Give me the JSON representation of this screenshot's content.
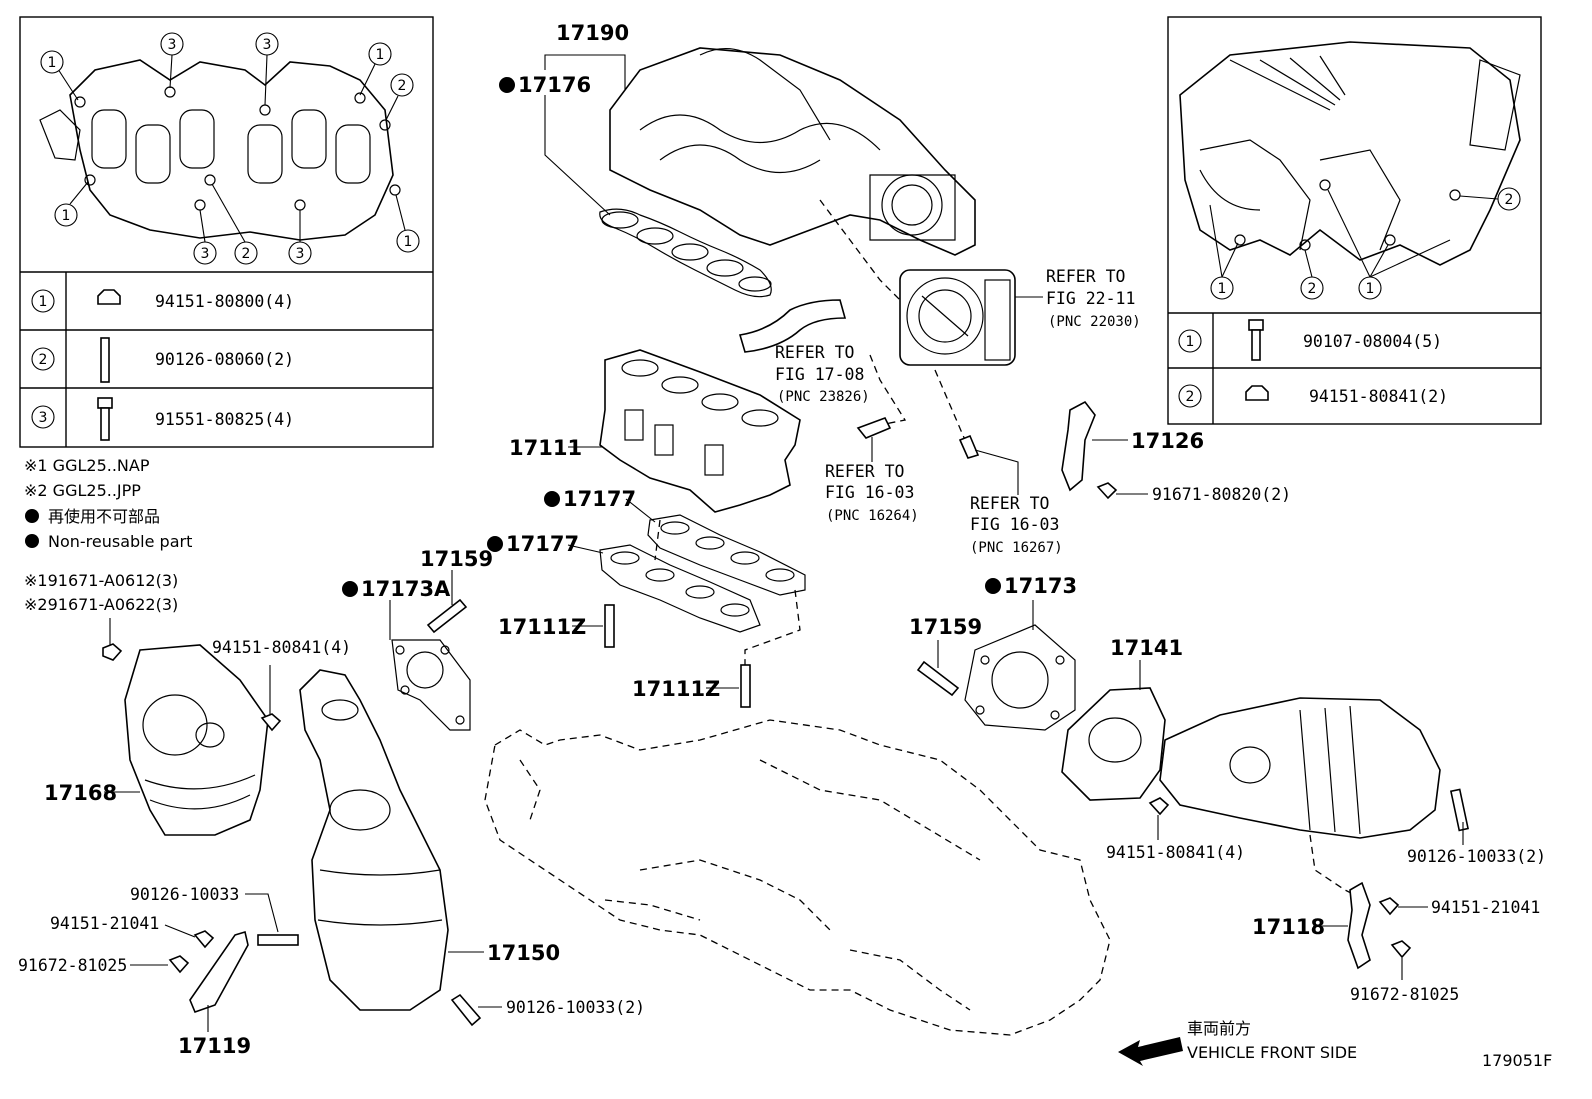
{
  "diagram": {
    "figure_code": "179051F",
    "vehicle_front": {
      "jp": "車両前方",
      "en": "VEHICLE FRONT SIDE"
    },
    "notes": {
      "n1": "※1 GGL25..NAP",
      "n2": "※2 GGL25..JPP",
      "jp_nonreuse": "再使用不可部品",
      "en_nonreuse": "Non-reusable part",
      "bolt1": "※191671-A0612(3)",
      "bolt2": "※291671-A0622(3)"
    },
    "left_inset": {
      "rows": [
        {
          "key": "1",
          "part": "94151-80800(4)"
        },
        {
          "key": "2",
          "part": "90126-08060(2)"
        },
        {
          "key": "3",
          "part": "91551-80825(4)"
        }
      ]
    },
    "right_inset": {
      "rows": [
        {
          "key": "1",
          "part": "90107-08004(5)"
        },
        {
          "key": "2",
          "part": "94151-80841(2)"
        }
      ]
    },
    "labels": {
      "p17190": "17190",
      "p17176": "17176",
      "p17111": "17111",
      "p17177a": "17177",
      "p17177b": "17177",
      "p17159a": "17159",
      "p17173A": "17173A",
      "p17111Za": "17111Z",
      "p17111Zb": "17111Z",
      "p17168": "17168",
      "p17150": "17150",
      "p17119": "17119",
      "p17126": "17126",
      "p17173": "17173",
      "p17159b": "17159",
      "p17141": "17141",
      "p17118": "17118"
    },
    "part_numbers": {
      "pn1": "94151-80841(4)",
      "pn2": "90126-10033",
      "pn3": "94151-21041",
      "pn4": "91672-81025",
      "pn5": "90126-10033(2)",
      "pn6": "91671-80820(2)",
      "pn7": "94151-80841(4)",
      "pn8": "90126-10033(2)",
      "pn9": "94151-21041",
      "pn10": "91672-81025"
    },
    "refs": {
      "r1": {
        "line1": "REFER TO",
        "line2": "FIG 22-11",
        "line3": "(PNC 22030)"
      },
      "r2": {
        "line1": "REFER TO",
        "line2": "FIG 17-08",
        "line3": "(PNC 23826)"
      },
      "r3": {
        "line1": "REFER TO",
        "line2": "FIG 16-03",
        "line3": "(PNC 16264)"
      },
      "r4": {
        "line1": "REFER TO",
        "line2": "FIG 16-03",
        "line3": "(PNC 16267)"
      }
    },
    "callout_numbers": {
      "c1": "1",
      "c2": "2",
      "c3": "3"
    }
  }
}
